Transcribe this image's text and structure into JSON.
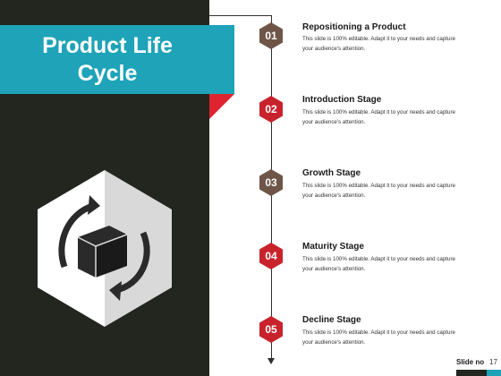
{
  "title": "Product Life Cycle",
  "colors": {
    "dark": "#23251f",
    "accent": "#1ea3b8",
    "red": "#c8232c",
    "brown": "#6e5548"
  },
  "hero_icon": "box-rotate-icon",
  "stages": [
    {
      "number": "01",
      "title": "Repositioning a Product",
      "desc": "This slide is 100% editable.  Adapt it to your needs and capture your audience's attention.",
      "color": "#6e5548"
    },
    {
      "number": "02",
      "title": "Introduction Stage",
      "desc": "This slide is 100% editable.  Adapt it to your needs and capture your audience's attention.",
      "color": "#c8232c"
    },
    {
      "number": "03",
      "title": "Growth Stage",
      "desc": "This slide is 100% editable.  Adapt it to your needs and capture your audience's attention.",
      "color": "#6e5548"
    },
    {
      "number": "04",
      "title": "Maturity Stage",
      "desc": "This slide is 100% editable.  Adapt it to your needs and capture your audience's attention.",
      "color": "#c8232c"
    },
    {
      "number": "05",
      "title": "Decline Stage",
      "desc": "This slide is 100% editable.  Adapt it to your needs and capture your audience's attention.",
      "color": "#c8232c"
    }
  ],
  "footer": {
    "label": "Slide no",
    "value": "17"
  }
}
